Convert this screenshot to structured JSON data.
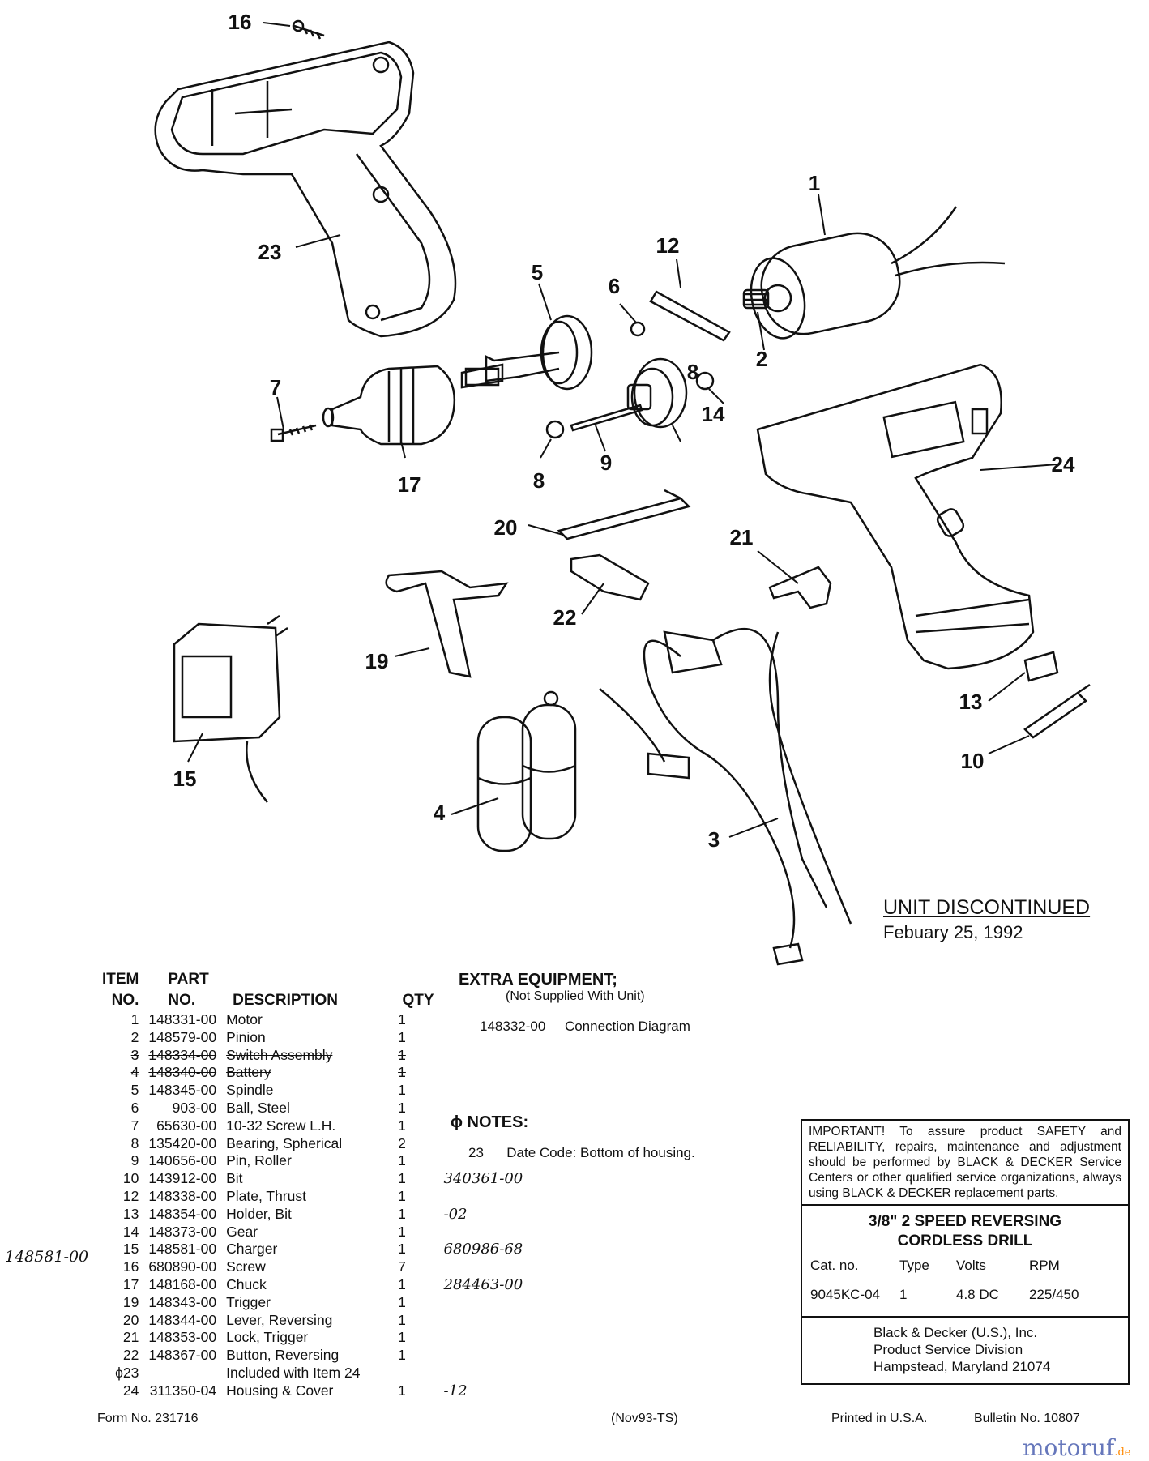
{
  "callouts": [
    "16",
    "23",
    "1",
    "12",
    "5",
    "6",
    "2",
    "7",
    "17",
    "8",
    "9",
    "14",
    "8",
    "24",
    "20",
    "21",
    "22",
    "19",
    "15",
    "13",
    "10",
    "4",
    "3"
  ],
  "discontinued": {
    "title": "UNIT DISCONTINUED",
    "date": "Febuary 25, 1992"
  },
  "parts_table": {
    "headers": {
      "item_top": "ITEM",
      "part_top": "PART",
      "item": "NO.",
      "part": "NO.",
      "description": "DESCRIPTION",
      "qty": "QTY"
    },
    "rows": [
      {
        "item": "1",
        "part": "148331-00",
        "desc": "Motor",
        "qty": "1",
        "hand": ""
      },
      {
        "item": "2",
        "part": "148579-00",
        "desc": "Pinion",
        "qty": "1",
        "hand": ""
      },
      {
        "item": "3",
        "part": "148334-00",
        "desc": "Switch Assembly",
        "qty": "1",
        "hand": ""
      },
      {
        "item": "4",
        "part": "148340-00",
        "desc": "Battery",
        "qty": "1",
        "hand": ""
      },
      {
        "item": "5",
        "part": "148345-00",
        "desc": "Spindle",
        "qty": "1",
        "hand": ""
      },
      {
        "item": "6",
        "part": "903-00",
        "desc": "Ball, Steel",
        "qty": "1",
        "hand": ""
      },
      {
        "item": "7",
        "part": "65630-00",
        "desc": "10-32 Screw L.H.",
        "qty": "1",
        "hand": ""
      },
      {
        "item": "8",
        "part": "135420-00",
        "desc": "Bearing, Spherical",
        "qty": "2",
        "hand": ""
      },
      {
        "item": "9",
        "part": "140656-00",
        "desc": "Pin, Roller",
        "qty": "1",
        "hand": ""
      },
      {
        "item": "10",
        "part": "143912-00",
        "desc": "Bit",
        "qty": "1",
        "hand": "340361-00"
      },
      {
        "item": "12",
        "part": "148338-00",
        "desc": "Plate, Thrust",
        "qty": "1",
        "hand": ""
      },
      {
        "item": "13",
        "part": "148354-00",
        "desc": "Holder, Bit",
        "qty": "1",
        "hand": "-02"
      },
      {
        "item": "14",
        "part": "148373-00",
        "desc": "Gear",
        "qty": "1",
        "hand": ""
      },
      {
        "item": "15",
        "part": "148581-00",
        "desc": "Charger",
        "qty": "1",
        "hand": "680986-68"
      },
      {
        "item": "16",
        "part": "680890-00",
        "desc": "Screw",
        "qty": "7",
        "hand": ""
      },
      {
        "item": "17",
        "part": "148168-00",
        "desc": "Chuck",
        "qty": "1",
        "hand": "284463-00"
      },
      {
        "item": "19",
        "part": "148343-00",
        "desc": "Trigger",
        "qty": "1",
        "hand": ""
      },
      {
        "item": "20",
        "part": "148344-00",
        "desc": "Lever, Reversing",
        "qty": "1",
        "hand": ""
      },
      {
        "item": "21",
        "part": "148353-00",
        "desc": "Lock, Trigger",
        "qty": "1",
        "hand": ""
      },
      {
        "item": "22",
        "part": "148367-00",
        "desc": "Button, Reversing",
        "qty": "1",
        "hand": ""
      },
      {
        "item": "ϕ23",
        "part": "",
        "desc": "Included with Item 24",
        "qty": "",
        "hand": ""
      },
      {
        "item": "24",
        "part": "311350-04",
        "desc": "Housing & Cover",
        "qty": "1",
        "hand": "-12"
      }
    ],
    "margin_note": "148581-00"
  },
  "extra_equipment": {
    "title": "EXTRA EQUIPMENT;",
    "subtitle": "(Not Supplied With Unit)",
    "part": "148332-00",
    "desc": "Connection Diagram"
  },
  "notes": {
    "title": "ϕ NOTES:",
    "item": "23",
    "text": "Date Code: Bottom of housing."
  },
  "important": "IMPORTANT! To assure product SAFETY and RELIABILITY, repairs, maintenance and adjustment should be performed by BLACK & DECKER Service Centers or other qualified service organizations, always using BLACK & DECKER replacement parts.",
  "product": {
    "title_line1": "3/8\" 2 SPEED REVERSING",
    "title_line2": "CORDLESS DRILL",
    "labels": [
      "Cat. no.",
      "Type",
      "Volts",
      "RPM"
    ],
    "values": [
      "9045KC-04",
      "1",
      "4.8 DC",
      "225/450"
    ]
  },
  "address": [
    "Black & Decker (U.S.), Inc.",
    "Product Service Division",
    "Hampstead, Maryland 21074"
  ],
  "footer": {
    "form": "Form No. 231716",
    "date": "(Nov93-TS)",
    "printed": "Printed in U.S.A.",
    "bulletin": "Bulletin No. 10807"
  },
  "watermark": {
    "main": "motoruf",
    "suffix": ".de"
  }
}
